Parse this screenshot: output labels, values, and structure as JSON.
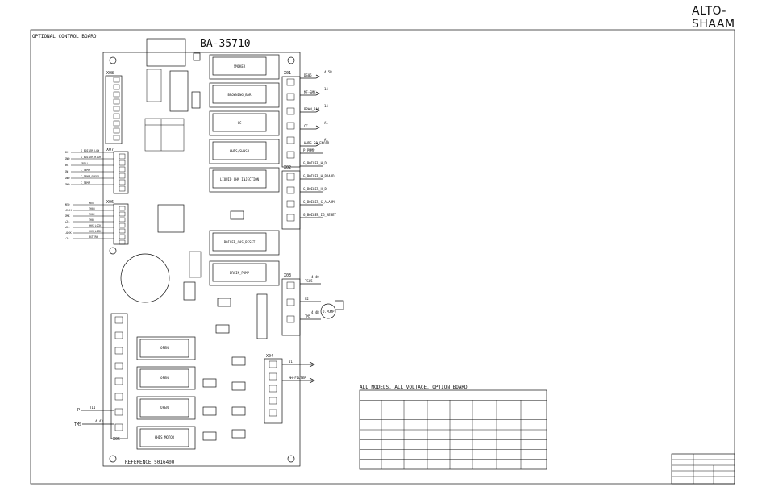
{
  "logo": {
    "text": "ALTO-SHAAM"
  },
  "header": {
    "section_label": "OPTIONAL CONTROL BOARD",
    "board_id": "BA-35710"
  },
  "relays_right": [
    {
      "label": "SMOKER",
      "output": "DS05",
      "wire": "4.5B"
    },
    {
      "label": "BROWNING_BAR",
      "output": "MF-SMK",
      "wire": "14"
    },
    {
      "label": "CC",
      "output": "BRWN_BAR",
      "wire": "14"
    },
    {
      "label": "HHDS/SHNSP",
      "output": "CC",
      "wire": "A1"
    },
    {
      "label": "LIQUID_OHM_INJECTION",
      "output": "HHDS SOLENOID",
      "wire": "A1"
    }
  ],
  "mid_relays": [
    {
      "label": "BOILER_GAS_RESET"
    },
    {
      "label": "DRAIN_PUMP"
    }
  ],
  "bottom_relays": [
    {
      "label": "OPEN"
    },
    {
      "label": "OPEN"
    },
    {
      "label": "OPEN"
    },
    {
      "label": "HHDS MOTOR"
    }
  ],
  "right_outputs_lower": [
    {
      "label": "P_PUMP"
    },
    {
      "label": "G_BOILER_H_D"
    },
    {
      "label": "G_BOILER_H_BOARD"
    },
    {
      "label": "G_BOILER_H_D"
    },
    {
      "label": "G_BOILER_G_ALARM"
    },
    {
      "label": "G_BOILER_IG_RESET"
    }
  ],
  "x03_outputs": [
    {
      "label": "TS05",
      "wire": "4.40"
    },
    {
      "label": "N2"
    },
    {
      "label": "TM5",
      "wire": "4.4B"
    }
  ],
  "pump_label": "D.PUMP",
  "connectors": {
    "x01": "X01",
    "x02": "X02",
    "x03": "X03",
    "x04": "X04",
    "x05": "X05",
    "x06": "X06",
    "x07": "X07",
    "x08": "X08"
  },
  "x04_outputs": [
    {
      "label": "V1"
    },
    {
      "label": "MH-FILTER"
    }
  ],
  "left_x07": [
    {
      "tag": "SH",
      "label": "G_BOILER_LOW"
    },
    {
      "tag": "GND",
      "label": "G_BOILER_HIGH"
    },
    {
      "tag": "BKT",
      "label": "SPILL"
    },
    {
      "tag": "IN",
      "label": "C_TEMP"
    },
    {
      "tag": "GND",
      "label": "C_TEMP_SPEED"
    },
    {
      "tag": "GND",
      "label": "C_TEMP"
    }
  ],
  "left_x06": [
    {
      "tag": "MED",
      "label": "N05"
    },
    {
      "tag": "LRCH",
      "label": "TH03"
    },
    {
      "tag": "SMK",
      "label": "TH02"
    },
    {
      "tag": "+24",
      "label": "TH0"
    },
    {
      "tag": "+24",
      "label": "HHS_LOCK"
    },
    {
      "tag": "LOCK",
      "label": "HHS_LOCK"
    },
    {
      "tag": "+24",
      "label": "EXTERN"
    }
  ],
  "bottom_left_tags": [
    {
      "tag": "P",
      "label": "T11"
    },
    {
      "tag": "TMS",
      "label": "4.43"
    }
  ],
  "reference": "REFERENCE 5016400",
  "table": {
    "title": "ALL MODELS, ALL VOLTAGE, OPTION BOARD"
  }
}
